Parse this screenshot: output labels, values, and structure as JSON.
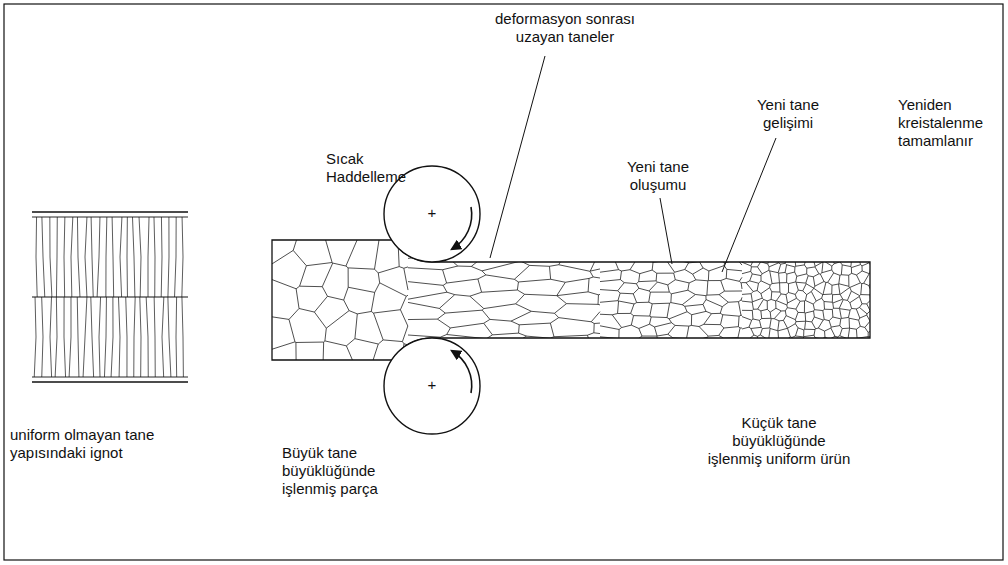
{
  "diagram": {
    "labels": [
      "deformasyon sonrası uzayan taneler",
      "Sıcak Haddelleme",
      "Yeni tane oluşumu",
      "Yeni tane gelişimi",
      "Yeniden kreistalenme tamamlanır",
      "+",
      "+",
      "uniform olmayan tane yapısındaki ignot",
      "Büyük tane büyüklüğünde işlenmiş parça",
      "Küçük tane büyüklüğünde işlenmiş uniform ürün"
    ]
  }
}
